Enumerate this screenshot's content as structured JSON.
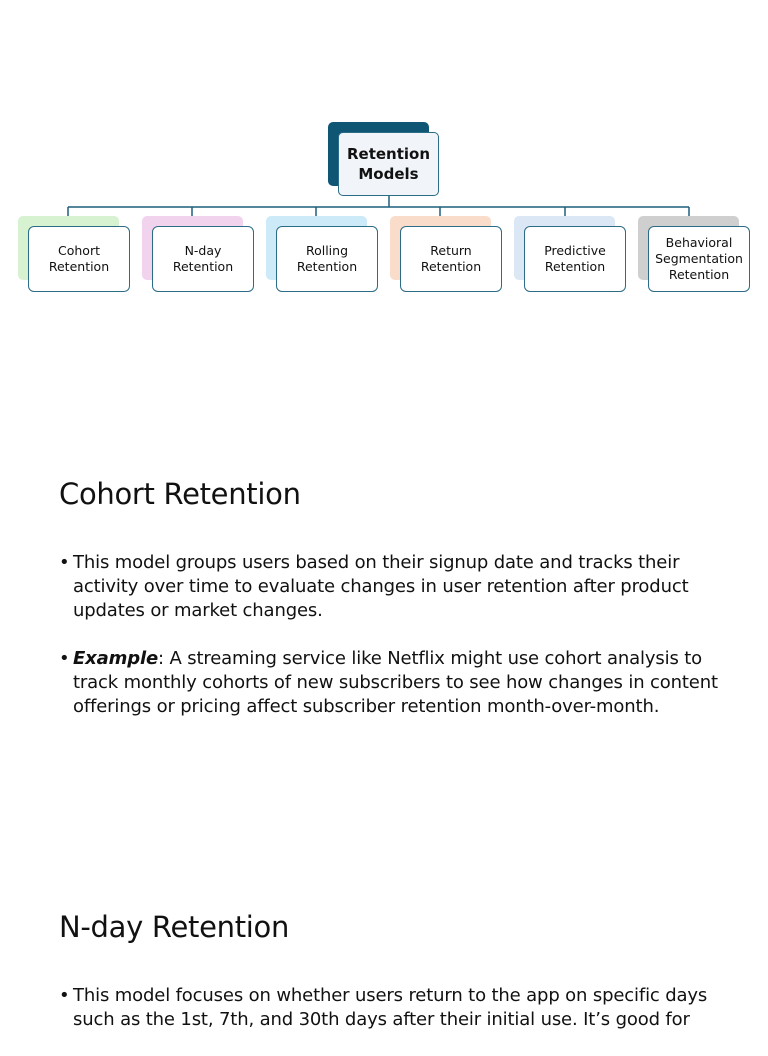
{
  "diagram": {
    "root": {
      "label": "Retention\nModels"
    },
    "children": [
      {
        "label": "Cohort\nRetention",
        "color": "#d6f2d0"
      },
      {
        "label": "N-day\nRetention",
        "color": "#f2d3ee"
      },
      {
        "label": "Rolling\nRetention",
        "color": "#cdeaf8"
      },
      {
        "label": "Return\nRetention",
        "color": "#fadccb"
      },
      {
        "label": "Predictive\nRetention",
        "color": "#dce7f6"
      },
      {
        "label": "Behavioral\nSegmentation\nRetention",
        "color": "#cfcfcf"
      }
    ],
    "connector_color": "#1f5f7a"
  },
  "sections": [
    {
      "title": "Cohort Retention",
      "bullets": [
        {
          "lead": "",
          "text": "This model groups users based on their signup date and tracks their activity over time to evaluate changes in user retention after product updates or market changes."
        },
        {
          "lead": "Example",
          "text": ": A streaming service like Netflix might use cohort analysis to track monthly cohorts of new subscribers to see how changes in content offerings or pricing affect subscriber retention month-over-month."
        }
      ]
    },
    {
      "title": "N-day Retention",
      "bullets": [
        {
          "lead": "",
          "text": "This model focuses on whether users return to the app on specific days such as the 1st, 7th, and 30th days after their initial use. It’s good for"
        }
      ]
    }
  ]
}
